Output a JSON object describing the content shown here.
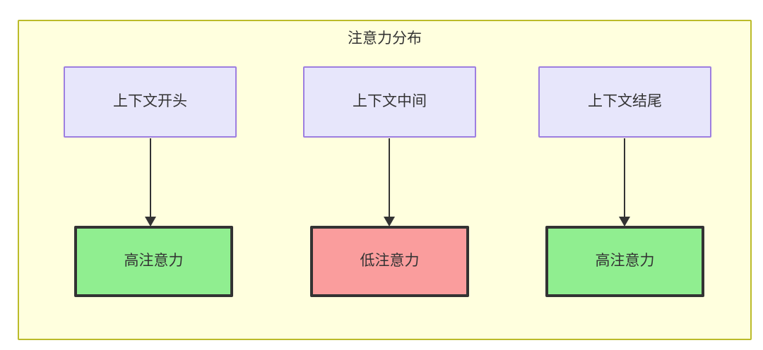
{
  "diagram": {
    "title": "注意力分布",
    "container": {
      "background_color": "#ffffde",
      "border_color": "#bbbb2a"
    },
    "context_nodes": [
      {
        "id": "ctx-start",
        "label": "上下文开头",
        "fill": "#e7e6fb",
        "stroke": "#9d7ee0"
      },
      {
        "id": "ctx-middle",
        "label": "上下文中间",
        "fill": "#e7e6fb",
        "stroke": "#9d7ee0"
      },
      {
        "id": "ctx-end",
        "label": "上下文结尾",
        "fill": "#e7e6fb",
        "stroke": "#9d7ee0"
      }
    ],
    "attention_nodes": [
      {
        "id": "attn-high-start",
        "label": "高注意力",
        "level": "high",
        "fill": "#90ee90",
        "stroke": "#333333"
      },
      {
        "id": "attn-low-middle",
        "label": "低注意力",
        "level": "low",
        "fill": "#fa9d9d",
        "stroke": "#333333"
      },
      {
        "id": "attn-high-end",
        "label": "高注意力",
        "level": "high",
        "fill": "#90ee90",
        "stroke": "#333333"
      }
    ],
    "edges": [
      {
        "from": "ctx-start",
        "to": "attn-high-start",
        "label": ""
      },
      {
        "from": "ctx-middle",
        "to": "attn-low-middle",
        "label": ""
      },
      {
        "from": "ctx-end",
        "to": "attn-high-end",
        "label": ""
      }
    ]
  }
}
